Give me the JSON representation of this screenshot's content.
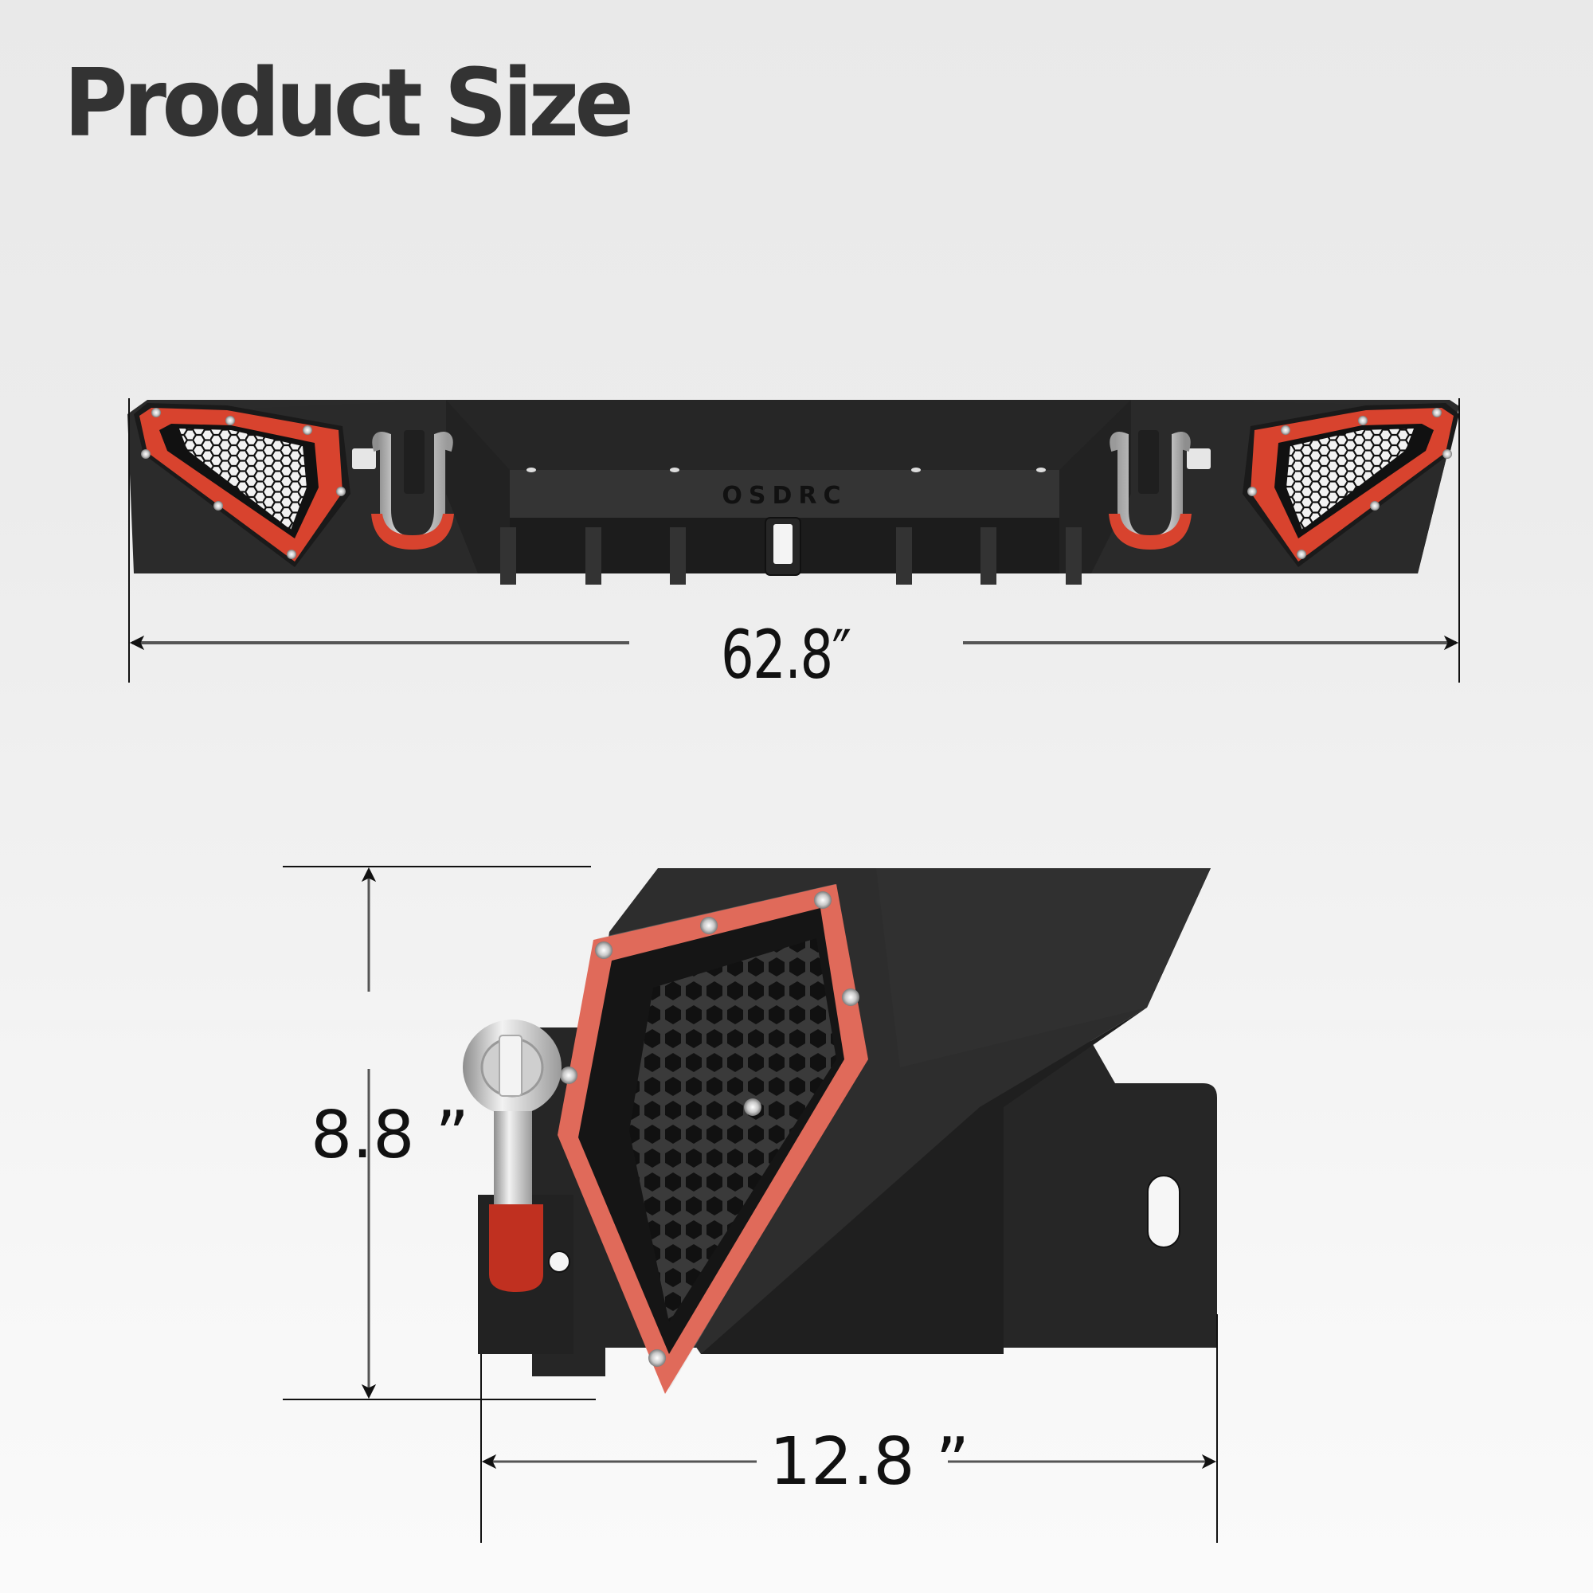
{
  "header": {
    "title": "Product Size"
  },
  "product": {
    "logo_text": "OSDRC",
    "views": [
      {
        "name": "front-view",
        "description": "Rear bumper front view with D-ring shackles, hitch receiver and red mesh vents"
      },
      {
        "name": "side-view",
        "description": "Bumper end side view with tow hook, red frame and honeycomb mesh"
      }
    ]
  },
  "dimensions": {
    "width": {
      "value": "62.8",
      "unit": "″",
      "label": "62.8″"
    },
    "height": {
      "value": "8.8",
      "unit": "”",
      "label": "8.8 ”"
    },
    "depth": {
      "value": "12.8",
      "unit": "”",
      "label": "12.8 ”"
    }
  },
  "colors": {
    "background": "#eeeeee",
    "title_text": "#333333",
    "dimension_text": "#111111",
    "bumper_black": "#2a2a2a",
    "accent_red": "#d8432e",
    "frame_red_light": "#e06a5a",
    "hardware_silver": "#c8c8c8"
  }
}
